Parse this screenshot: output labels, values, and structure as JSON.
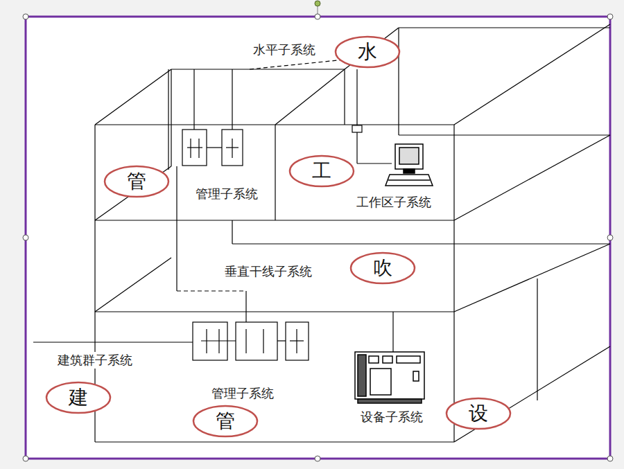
{
  "diagram": {
    "nodes": [
      {
        "text": [
          "水"
        ]
      },
      {
        "text": [
          "管"
        ]
      },
      {
        "text": [
          "工"
        ]
      },
      {
        "text": [
          "吹"
        ]
      },
      {
        "text": [
          "建"
        ]
      },
      {
        "text": [
          "管"
        ]
      },
      {
        "text": [
          "设"
        ]
      }
    ],
    "labels": [
      "水平子系统",
      "管理子系统",
      "工作区子系统",
      "垂直干线子系统",
      "建筑群子系统",
      "管理子系统",
      "设备子系统"
    ]
  }
}
